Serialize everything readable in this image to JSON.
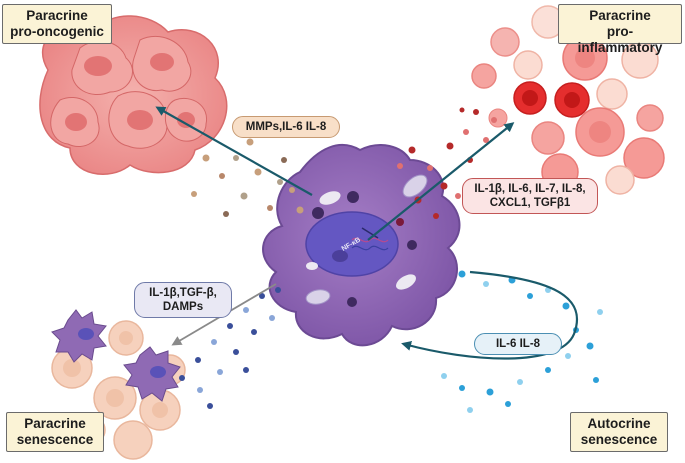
{
  "labels": {
    "paracrine_pro_oncogenic": [
      "Paracrine",
      "pro-oncogenic"
    ],
    "paracrine_pro_inflammatory": [
      "Paracrine",
      "pro-inflammatory"
    ],
    "paracrine_senescence": [
      "Paracrine",
      "senescence"
    ],
    "autocrine_senescence": [
      "Autocrine",
      "senescence"
    ]
  },
  "factors": {
    "oncogenic": "MMPs,IL-6 IL-8",
    "inflammatory": [
      "IL-1β, IL-6, IL-7, IL-8,",
      "CXCL1, TGFβ1"
    ],
    "senescence": [
      "IL-1β,TGF-β,",
      "DAMPs"
    ],
    "autocrine": "IL-6 IL-8"
  },
  "nucleus_text": "NF-κB",
  "colors": {
    "box_fill": "#fbf3d6",
    "cell_purple": "#8e63b0",
    "nucleus": "#6b57b8",
    "arrow": "#1a5a6a",
    "tumor_pink": "#ea8b8b",
    "rbc_red": "#e03a3a",
    "autocrine_dots": "#2ca0d8",
    "senescence_dots": "#3a4f9a"
  }
}
